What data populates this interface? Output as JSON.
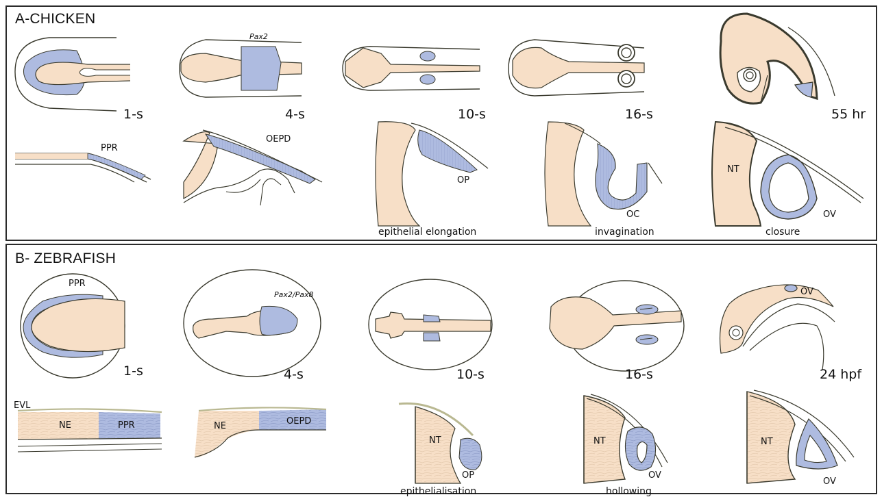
{
  "panel_a": {
    "title": "A-CHICKEN",
    "stages": [
      "1-s",
      "4-s",
      "10-s",
      "16-s",
      "55 hr"
    ],
    "gene": "Pax2",
    "labels": {
      "ppr": "PPR",
      "oepd": "OEPD",
      "op": "OP",
      "oc": "OC",
      "nt": "NT",
      "ov": "OV"
    },
    "captions": [
      "epithelial elongation",
      "invagination",
      "closure"
    ]
  },
  "panel_b": {
    "title": "B- ZEBRAFISH",
    "stages": [
      "1-s",
      "4-s",
      "10-s",
      "16-s",
      "24 hpf"
    ],
    "gene": "Pax2/Pax8",
    "labels": {
      "ppr_top": "PPR",
      "ov_top": "OV",
      "evl": "EVL",
      "ne1": "NE",
      "ppr": "PPR",
      "ne2": "NE",
      "oepd": "OEPD",
      "nt1": "NT",
      "op": "OP",
      "nt2": "NT",
      "ov1": "OV",
      "nt3": "NT",
      "ov2": "OV"
    },
    "captions": [
      "epithelialisation",
      "hollowing"
    ]
  },
  "colors": {
    "tissue": "#f7dfc7",
    "placode": "#aebbe0",
    "outline": "#3a3a2e",
    "frame": "#2b2b2b"
  }
}
